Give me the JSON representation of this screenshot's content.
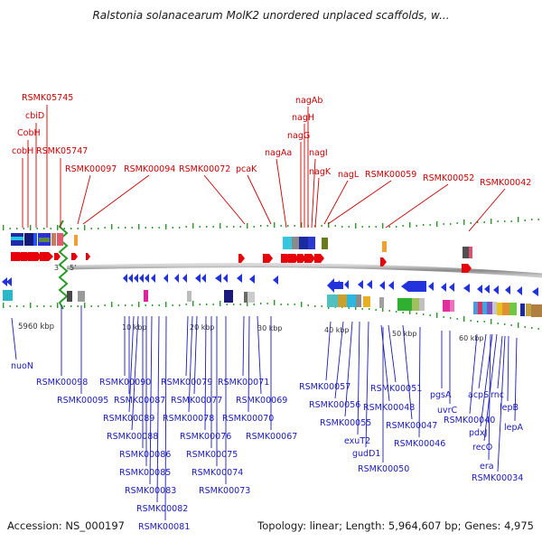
{
  "title": "Ralstonia solanacearum MolK2 unordered unplaced scaffolds, w...",
  "footer": {
    "accession": "Accession: NS_000197",
    "topology": "Topology: linear; Length: 5,964,607 bp; Genes: 4,975"
  },
  "scale": {
    "start_label": "5960 kbp",
    "end3": "3'",
    "end5": "5'",
    "ticks": [
      "10 kbp",
      "20 kbp",
      "30 kbp",
      "40 kbp",
      "50 kbp",
      "60 kbp"
    ]
  },
  "top_labels": [
    "RSMK05745",
    "cbiD",
    "CobH",
    "cobH",
    "RSMK05747",
    "RSMK00097",
    "RSMK00094",
    "RSMK00072",
    "pcaK",
    "nagAb",
    "nagH",
    "nagG",
    "nagAa",
    "nagI",
    "nagK",
    "nagL",
    "RSMK00059",
    "RSMK00052",
    "RSMK00042"
  ],
  "bottom_labels": [
    "nuoN",
    "RSMK00098",
    "RSMK00095",
    "RSMK00090",
    "RSMK00087",
    "RSMK00089",
    "RSMK00088",
    "RSMK00086",
    "RSMK00085",
    "RSMK00083",
    "RSMK00082",
    "RSMK00081",
    "RSMK00079",
    "RSMK00077",
    "RSMK00078",
    "RSMK00076",
    "RSMK00075",
    "RSMK00074",
    "RSMK00073",
    "RSMK00071",
    "RSMK00069",
    "RSMK00070",
    "RSMK00067",
    "RSMK00057",
    "RSMK00056",
    "RSMK00055",
    "exuT2",
    "gudD1",
    "RSMK00051",
    "RSMK00048",
    "RSMK00047",
    "RSMK00046",
    "RSMK00050",
    "pgsA",
    "uvrC",
    "acpS",
    "rnc",
    "lepB",
    "RSMK00040",
    "pdxJ",
    "recO",
    "lepA",
    "era",
    "RSMK00034"
  ],
  "colors": {
    "forward_gene": "#e8000b",
    "reverse_gene": "#2233dd",
    "top_label": "#cc0000",
    "bottom_label": "#1a1ab8",
    "axis": "#9a9a9a",
    "tick": "#2a9a2a"
  }
}
